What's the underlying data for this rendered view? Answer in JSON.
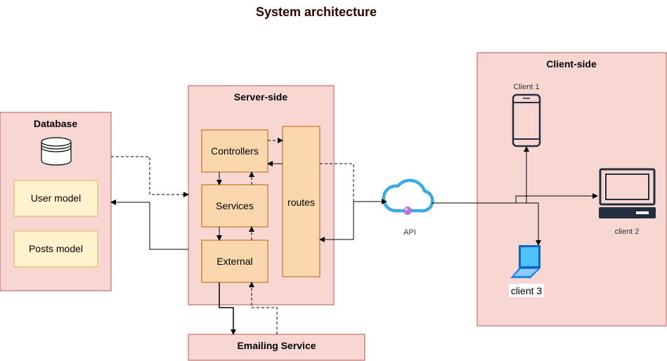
{
  "title": "System architecture",
  "colors": {
    "container_fill": "#f8d7d3",
    "container_stroke": "#b85450",
    "component_fill": "#fad7ac",
    "component_stroke": "#b46504",
    "model_fill": "#fff2cc",
    "model_stroke": "#d6b656",
    "cloud_blue": "#3aa9e6",
    "cloud_dot": "#b47bd6"
  },
  "database": {
    "title": "Database",
    "icon": "database-cylinder-icon",
    "models": [
      "User model",
      "Posts model"
    ]
  },
  "server": {
    "title": "Server-side",
    "controllers": "Controllers",
    "services": "Services",
    "external": "External",
    "routes": "routes"
  },
  "email": {
    "title": "Emailing Service"
  },
  "api": {
    "label": "API",
    "icon": "cloud-api-icon"
  },
  "client": {
    "title": "Client-side",
    "client1": {
      "label": "Client 1",
      "icon": "mobile-phone-icon"
    },
    "client2": {
      "label": "client 2",
      "icon": "desktop-monitor-icon"
    },
    "client3": {
      "label": "client 3",
      "icon": "laptop-icon"
    }
  }
}
